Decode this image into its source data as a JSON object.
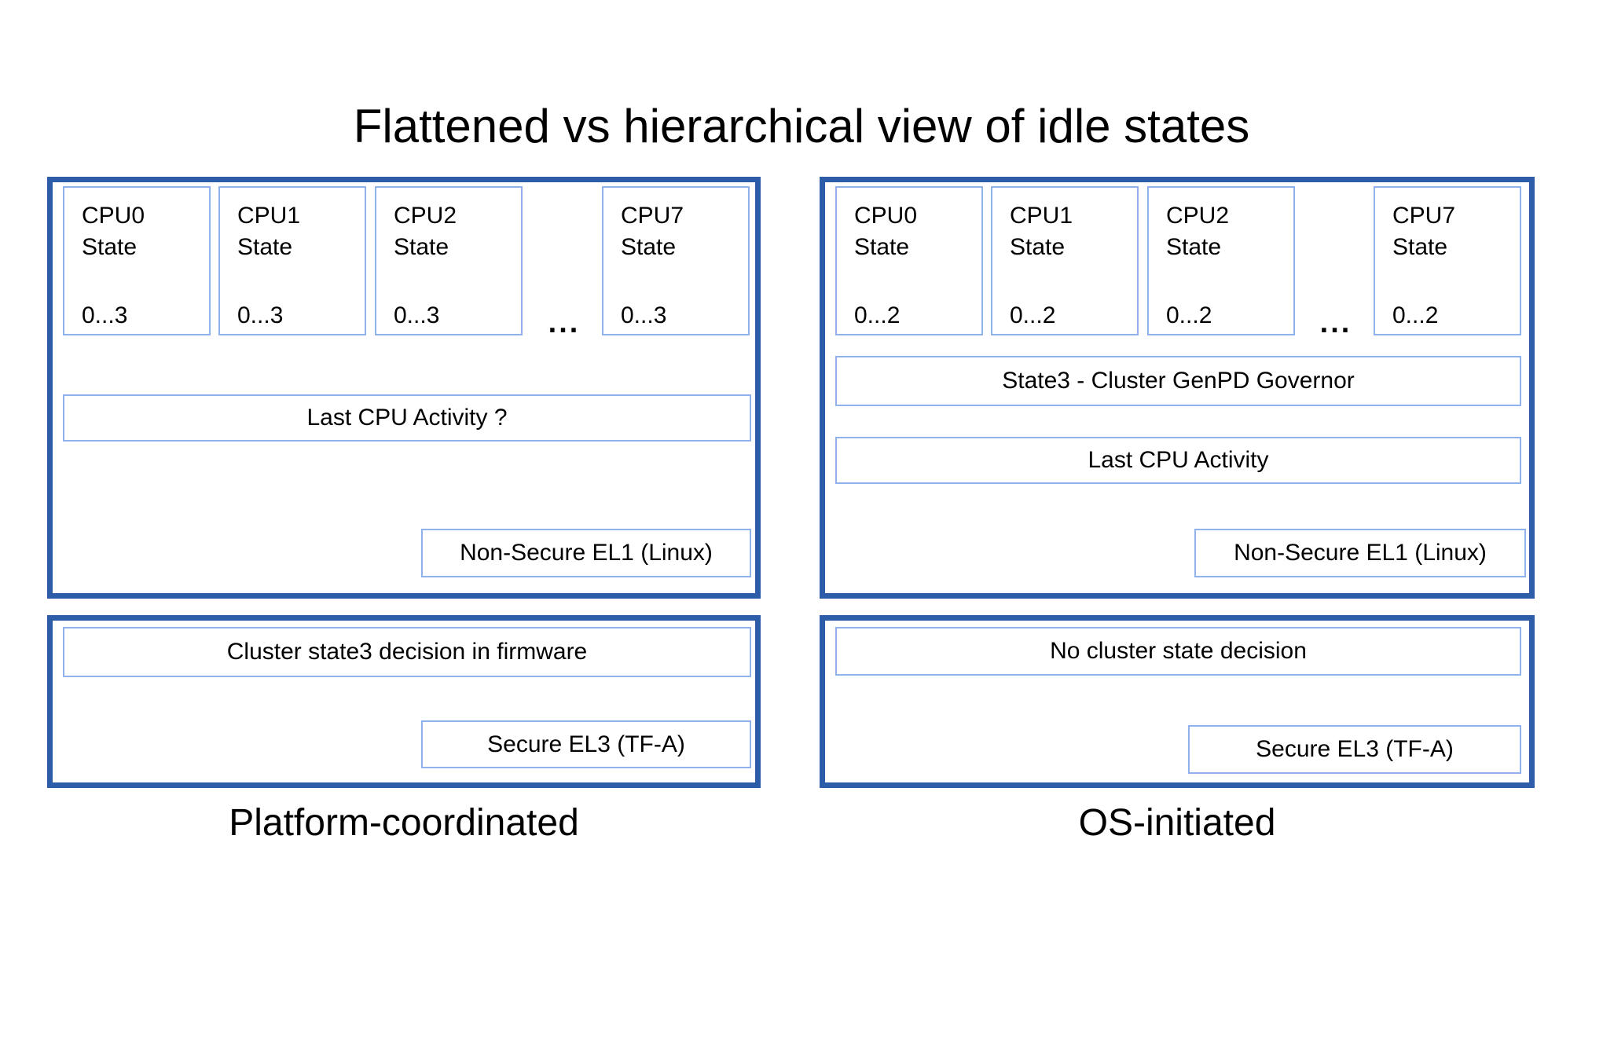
{
  "title": "Flattened vs hierarchical view of idle states",
  "ellipsis": "...",
  "left": {
    "section_label": "Platform-coordinated",
    "cpus": [
      {
        "name": "CPU0",
        "state_label": "State",
        "state_range": "0...3"
      },
      {
        "name": "CPU1",
        "state_label": "State",
        "state_range": "0...3"
      },
      {
        "name": "CPU2",
        "state_label": "State",
        "state_range": "0...3"
      },
      {
        "name": "CPU7",
        "state_label": "State",
        "state_range": "0...3"
      }
    ],
    "activity_bar": "Last CPU Activity ?",
    "el1_box": "Non-Secure EL1 (Linux)",
    "firmware_bar": "Cluster state3 decision in firmware",
    "el3_box": "Secure EL3 (TF-A)"
  },
  "right": {
    "section_label": "OS-initiated",
    "cpus": [
      {
        "name": "CPU0",
        "state_label": "State",
        "state_range": "0...2"
      },
      {
        "name": "CPU1",
        "state_label": "State",
        "state_range": "0...2"
      },
      {
        "name": "CPU2",
        "state_label": "State",
        "state_range": "0...2"
      },
      {
        "name": "CPU7",
        "state_label": "State",
        "state_range": "0...2"
      }
    ],
    "governor_bar": "State3 - Cluster GenPD Governor",
    "activity_bar": "Last CPU Activity",
    "el1_box": "Non-Secure EL1 (Linux)",
    "decision_bar": "No cluster state decision",
    "el3_box": "Secure EL3 (TF-A)"
  },
  "colors": {
    "outer_border": "#2d5ca9",
    "inner_border": "#8fb2ec",
    "text": "#000000",
    "background": "#ffffff"
  }
}
